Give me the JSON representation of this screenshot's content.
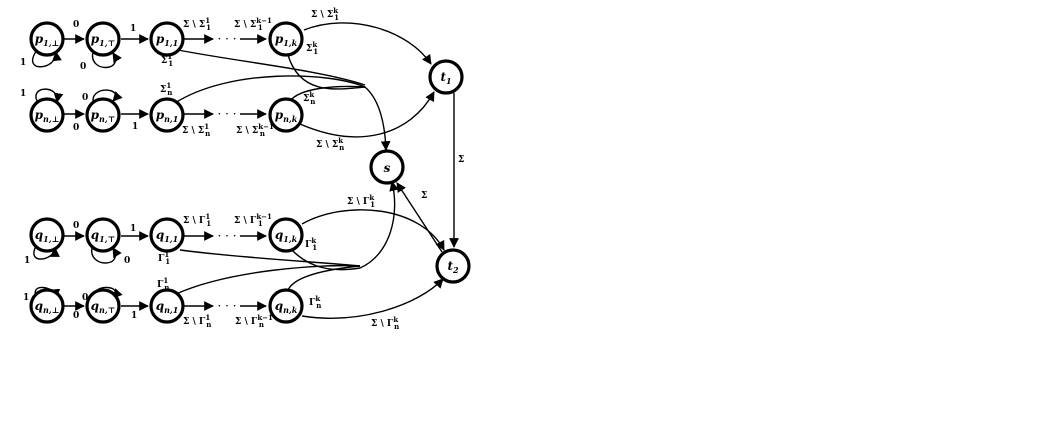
{
  "states": [
    {
      "id": "p1bot",
      "main": "p",
      "sub": "1,⊥"
    },
    {
      "id": "p1top",
      "main": "p",
      "sub": "1,⊤"
    },
    {
      "id": "p11",
      "main": "p",
      "sub": "1,1"
    },
    {
      "id": "p1k",
      "main": "p",
      "sub": "1,k"
    },
    {
      "id": "pnbot",
      "main": "p",
      "sub": "n,⊥"
    },
    {
      "id": "pntop",
      "main": "p",
      "sub": "n,⊤"
    },
    {
      "id": "pn1",
      "main": "p",
      "sub": "n,1"
    },
    {
      "id": "pnk",
      "main": "p",
      "sub": "n,k"
    },
    {
      "id": "q1bot",
      "main": "q",
      "sub": "1,⊥"
    },
    {
      "id": "q1top",
      "main": "q",
      "sub": "1,⊤"
    },
    {
      "id": "q11",
      "main": "q",
      "sub": "1,1"
    },
    {
      "id": "q1k",
      "main": "q",
      "sub": "1,k"
    },
    {
      "id": "qnbot",
      "main": "q",
      "sub": "n,⊥"
    },
    {
      "id": "qntop",
      "main": "q",
      "sub": "n,⊤"
    },
    {
      "id": "qn1",
      "main": "q",
      "sub": "n,1"
    },
    {
      "id": "qnk",
      "main": "q",
      "sub": "n,k"
    },
    {
      "id": "t1",
      "main": "t",
      "sub": "1"
    },
    {
      "id": "t2",
      "main": "t",
      "sub": "2"
    },
    {
      "id": "s",
      "main": "s",
      "sub": ""
    }
  ],
  "labels": {
    "zero": "0",
    "one": "1",
    "sigma": "Σ",
    "ellipsis": "· · ·",
    "sigma_minus": "Σ \\ ",
    "Sigma_1_1": {
      "main": "Σ",
      "sub": "1",
      "sup": "1"
    },
    "Sigma_1_k1": {
      "main": "Σ",
      "sub": "1",
      "sup": "k−1"
    },
    "Sigma_1_k": {
      "main": "Σ",
      "sub": "1",
      "sup": "k"
    },
    "Sigma_n_1": {
      "main": "Σ",
      "sub": "n",
      "sup": "1"
    },
    "Sigma_n_k1": {
      "main": "Σ",
      "sub": "n",
      "sup": "k−1"
    },
    "Sigma_n_k": {
      "main": "Σ",
      "sub": "n",
      "sup": "k"
    },
    "Gamma_1_1": {
      "main": "Γ",
      "sub": "1",
      "sup": "1"
    },
    "Gamma_1_k1": {
      "main": "Γ",
      "sub": "1",
      "sup": "k−1"
    },
    "Gamma_1_k": {
      "main": "Γ",
      "sub": "1",
      "sup": "k"
    },
    "Gamma_n_1": {
      "main": "Γ",
      "sub": "n",
      "sup": "1"
    },
    "Gamma_n_k1": {
      "main": "Γ",
      "sub": "n",
      "sup": "k−1"
    },
    "Gamma_n_k": {
      "main": "Γ",
      "sub": "n",
      "sup": "k"
    }
  }
}
